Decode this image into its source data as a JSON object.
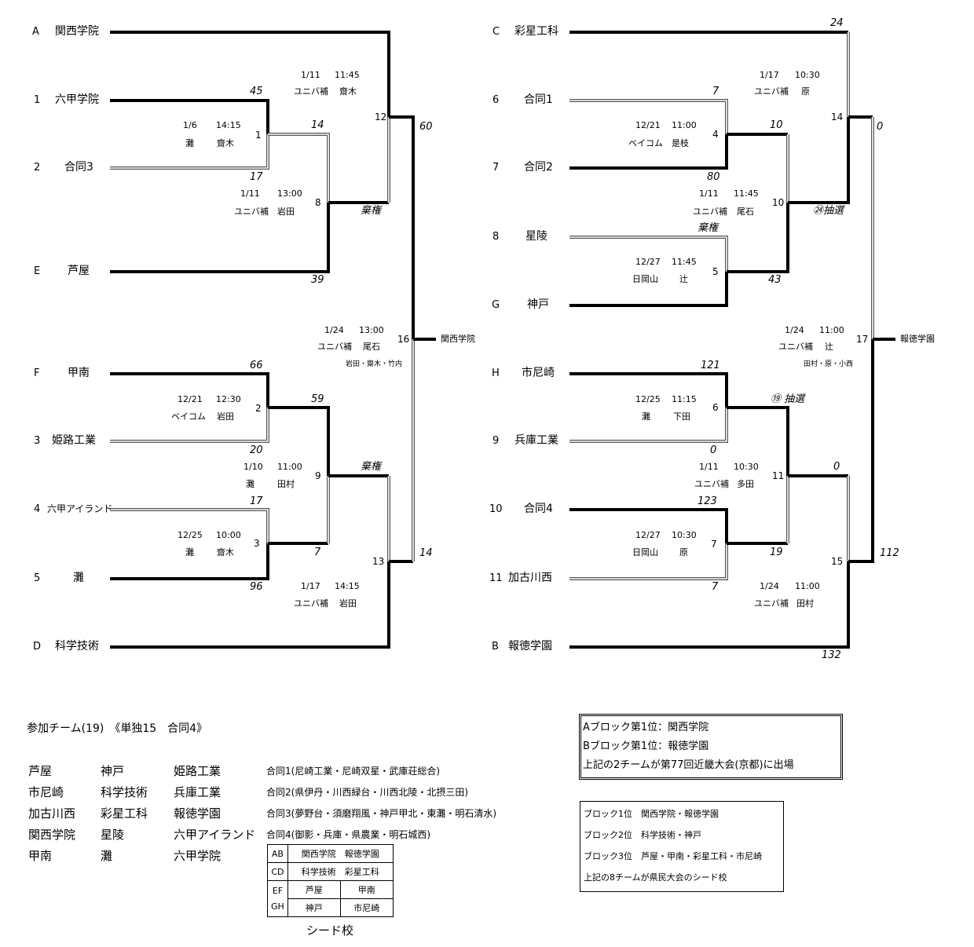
{
  "bracket": {
    "left": {
      "teams": [
        {
          "seed": "A",
          "name": "関西学院"
        },
        {
          "seed": "1",
          "name": "六甲学院"
        },
        {
          "seed": "2",
          "name": "合同3"
        },
        {
          "seed": "E",
          "name": "芦屋"
        },
        {
          "seed": "F",
          "name": "甲南"
        },
        {
          "seed": "3",
          "name": "姫路工業"
        },
        {
          "seed": "4",
          "name": "六甲アイランド"
        },
        {
          "seed": "5",
          "name": "灘"
        },
        {
          "seed": "D",
          "name": "科学技術"
        }
      ],
      "matches": [
        {
          "no": "1",
          "date": "1/6",
          "time": "14:15",
          "venue": "灘",
          "umpire": "齋木",
          "score_top": "45",
          "score_bottom": "17"
        },
        {
          "no": "2",
          "date": "12/21",
          "time": "12:30",
          "venue": "ベイコム",
          "umpire": "岩田",
          "score_top": "66",
          "score_bottom": "20"
        },
        {
          "no": "3",
          "date": "12/25",
          "time": "10:00",
          "venue": "灘",
          "umpire": "齋木",
          "score_top": "17",
          "score_bottom": "96"
        },
        {
          "no": "8",
          "date": "1/11",
          "time": "13:00",
          "venue": "ユニバ補",
          "umpire": "岩田",
          "score_top": "14",
          "score_bottom": "39"
        },
        {
          "no": "9",
          "date": "1/10",
          "time": "11:00",
          "venue": "灘",
          "umpire": "田村",
          "score_top": "59",
          "score_bottom": "7"
        },
        {
          "no": "12",
          "date": "1/11",
          "time": "11:45",
          "venue": "ユニバ補",
          "umpire": "齋木",
          "score_top": "",
          "score_bottom": "棄権"
        },
        {
          "no": "13",
          "date": "1/17",
          "time": "14:15",
          "venue": "ユニバ補",
          "umpire": "岩田",
          "score_top": "棄権",
          "score_bottom": ""
        },
        {
          "no": "16",
          "date": "1/24",
          "time": "13:00",
          "venue": "ユニバ補",
          "umpire": "尾石",
          "umpires_sub": "岩田・齋木・竹内",
          "score_top": "60",
          "score_bottom": "14"
        }
      ],
      "winner": "関西学院"
    },
    "right": {
      "teams": [
        {
          "seed": "C",
          "name": "彩星工科"
        },
        {
          "seed": "6",
          "name": "合同1"
        },
        {
          "seed": "7",
          "name": "合同2"
        },
        {
          "seed": "8",
          "name": "星陵"
        },
        {
          "seed": "G",
          "name": "神戸"
        },
        {
          "seed": "H",
          "name": "市尼崎"
        },
        {
          "seed": "9",
          "name": "兵庫工業"
        },
        {
          "seed": "10",
          "name": "合同4"
        },
        {
          "seed": "11",
          "name": "加古川西"
        },
        {
          "seed": "B",
          "name": "報徳学園"
        }
      ],
      "matches": [
        {
          "no": "4",
          "date": "12/21",
          "time": "11:00",
          "venue": "ベイコム",
          "umpire": "是枝",
          "score_top": "7",
          "score_bottom": "80"
        },
        {
          "no": "5",
          "date": "12/27",
          "time": "11:45",
          "venue": "日岡山",
          "umpire": "辻",
          "score_top": "棄権",
          "score_bottom": ""
        },
        {
          "no": "6",
          "date": "12/25",
          "time": "11:15",
          "venue": "灘",
          "umpire": "下田",
          "score_top": "121",
          "score_bottom": "0"
        },
        {
          "no": "7",
          "date": "12/27",
          "time": "10:30",
          "venue": "日岡山",
          "umpire": "原",
          "score_top": "123",
          "score_bottom": "7"
        },
        {
          "no": "10",
          "date": "1/11",
          "time": "11:45",
          "venue": "ユニバ補",
          "umpire": "尾石",
          "score_top": "10",
          "score_bottom": "43"
        },
        {
          "no": "11",
          "date": "1/11",
          "time": "10:30",
          "venue": "ユニバ補",
          "umpire": "多田",
          "score_top": "⑲ 抽選",
          "score_bottom": "19"
        },
        {
          "no": "14",
          "date": "1/17",
          "time": "10:30",
          "venue": "ユニバ補",
          "umpire": "原",
          "score_top": "24",
          "score_bottom": "㉔抽選"
        },
        {
          "no": "15",
          "date": "1/24",
          "time": "11:00",
          "venue": "ユニバ補",
          "umpire": "田村",
          "score_top": "0",
          "score_bottom": "132"
        },
        {
          "no": "17",
          "date": "1/24",
          "time": "11:00",
          "venue": "ユニバ補",
          "umpire": "辻",
          "umpires_sub": "田村・原・小西",
          "score_top": "0",
          "score_bottom": "112"
        }
      ],
      "winner": "報徳学園"
    }
  },
  "participants": {
    "title": "参加チーム(19)　《単独15　合同4》",
    "rows": [
      [
        "芦屋",
        "神戸",
        "姫路工業",
        "合同1(尼崎工業・尼崎双星・武庫荘総合)"
      ],
      [
        "市尼崎",
        "科学技術",
        "兵庫工業",
        "合同2(県伊丹・川西緑台・川西北陵・北摂三田)"
      ],
      [
        "加古川西",
        "彩星工科",
        "報徳学園",
        "合同3(夢野台・須磨翔風・神戸甲北・東灘・明石清水)"
      ],
      [
        "関西学院",
        "星陵",
        "六甲アイランド",
        "合同4(御影・兵庫・県農業・明石城西)"
      ],
      [
        "甲南",
        "灘",
        "六甲学院",
        ""
      ]
    ]
  },
  "seed_table": {
    "caption": "シード校",
    "ab_label": "AB",
    "ab_teams": "関西学院　報徳学園",
    "cd_label": "CD",
    "cd_teams": "科学技術　彩星工科",
    "efgh_label_1": "EF",
    "efgh_label_2": "GH",
    "e": "芦屋",
    "f": "甲南",
    "g": "神戸",
    "h": "市尼崎"
  },
  "result_box": {
    "line1": "Aブロック第1位：関西学院",
    "line2": "Bブロック第1位：報徳学園",
    "line3": "上記の2チームが第77回近畿大会(京都)に出場"
  },
  "seed_box": {
    "line1": "ブロック1位　関西学院・報徳学園",
    "line2": "ブロック2位　科学技術・神戸",
    "line3": "ブロック3位　芦屋・甲南・彩星工科・市尼崎",
    "line4": "上記の8チームが県民大会のシード校"
  }
}
